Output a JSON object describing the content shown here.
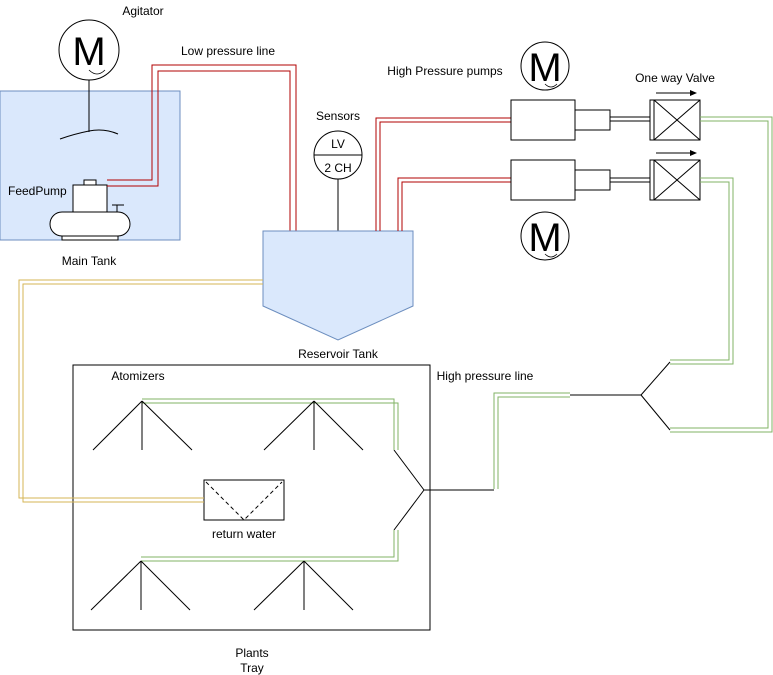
{
  "labels": {
    "agitator": "Agitator",
    "low_pressure_line": "Low pressure line",
    "high_pressure_pumps": "High Pressure pumps",
    "one_way_valve": "One way Valve",
    "sensors": "Sensors",
    "feed_pump": "FeedPump",
    "main_tank": "Main Tank",
    "reservoir_tank": "Reservoir Tank",
    "high_pressure_line": "High pressure line",
    "atomizers": "Atomizers",
    "return_water": "return water",
    "plants_tray_line1": "Plants",
    "plants_tray_line2": "Tray"
  },
  "motor_symbol": "M",
  "sensor_gauge": {
    "top": "LV",
    "bottom": "2 CH"
  },
  "colors": {
    "tank_fill": "#dae8fc",
    "tank_stroke": "#6c8ebf",
    "low_pressure_line": "#b20000",
    "high_pressure_green": "#82b366",
    "return_line": "#d6b656",
    "stroke": "#000000"
  }
}
